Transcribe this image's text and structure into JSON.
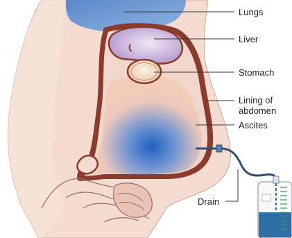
{
  "diagram": {
    "labels": {
      "lungs": "Lungs",
      "liver": "Liver",
      "stomach": "Stomach",
      "lining_line1": "Lining of",
      "lining_line2": "abdomen",
      "ascites": "Ascites",
      "drain": "Drain"
    },
    "colors": {
      "body": "#f5dcd0",
      "body_outline": "#c9a79b",
      "lungs": "#6f9ad4",
      "liver": "#b99ad6",
      "stomach": "#f1d2b6",
      "peritoneum": "#8b3a2e",
      "peritoneum_inner": "#e8b6a2",
      "ascites_center": "#1f5fbf",
      "ascites_edge": "#f4c8b2",
      "drain_tube": "#2f4e73",
      "fluid": "#2f6fa8"
    }
  }
}
